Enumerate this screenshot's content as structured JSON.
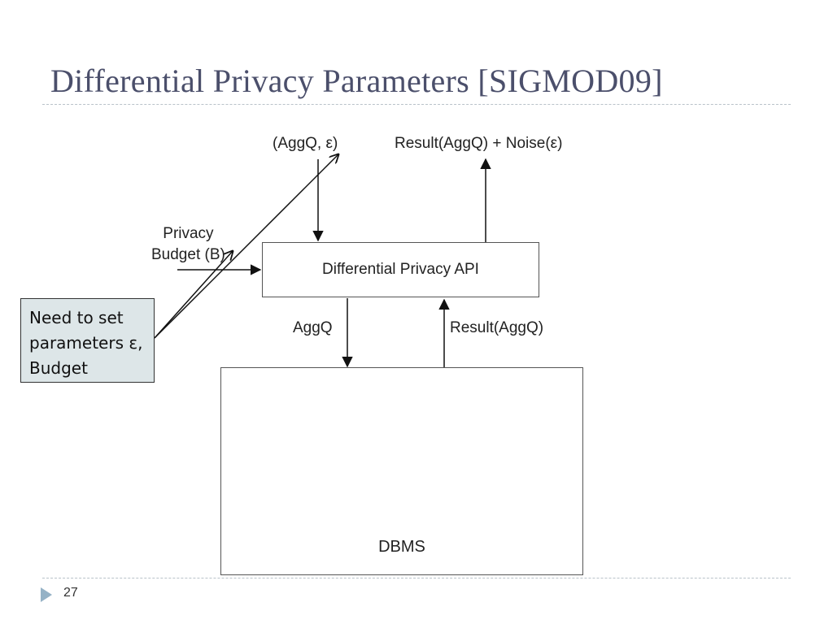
{
  "slide": {
    "title": "Differential Privacy Parameters [SIGMOD09]",
    "page_number": "27"
  },
  "diagram": {
    "input_query": "(AggQ, ε)",
    "output": "Result(AggQ) + Noise(ε)",
    "budget_line1": "Privacy",
    "budget_line2": "Budget (B)",
    "api_box": "Differential Privacy API",
    "down_query": "AggQ",
    "up_result": "Result(AggQ)",
    "dbms_box": "DBMS"
  },
  "callout": {
    "line1": "Need to set",
    "line2": "parameters ε,",
    "line3": "Budget"
  },
  "colors": {
    "title": "#4b4f6b",
    "callout_fill": "#dde6e8",
    "marker": "#95b2c6"
  }
}
